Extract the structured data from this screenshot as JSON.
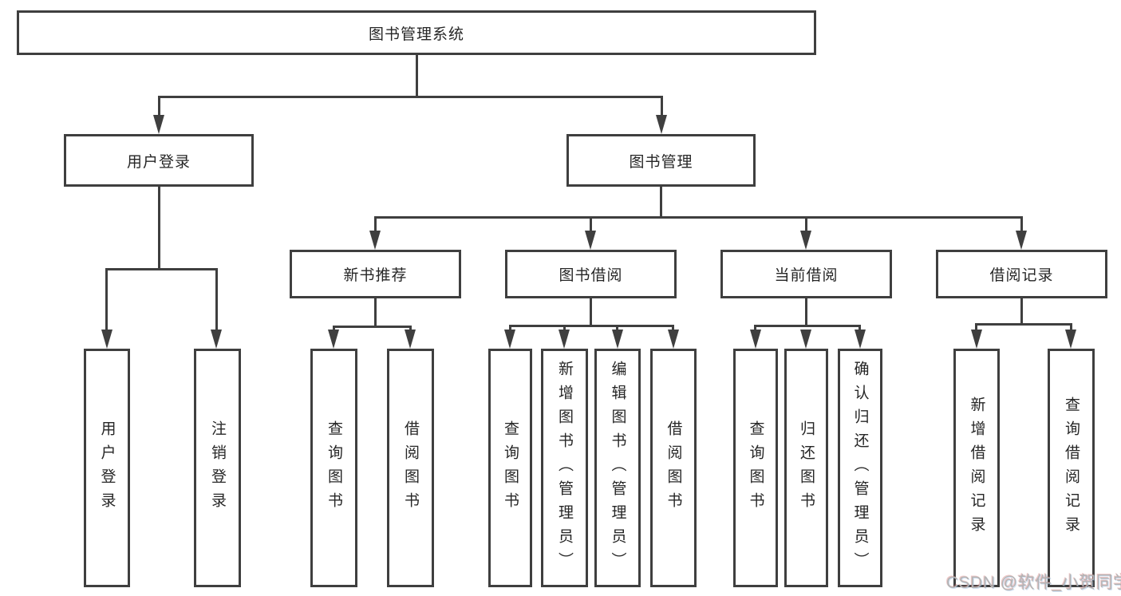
{
  "diagram": {
    "root": {
      "label": "图书管理系统"
    },
    "level2": [
      {
        "label": "用户登录",
        "parent": "图书管理系统"
      },
      {
        "label": "图书管理",
        "parent": "图书管理系统"
      }
    ],
    "level3": [
      {
        "label": "新书推荐",
        "parent": "图书管理"
      },
      {
        "label": "图书借阅",
        "parent": "图书管理"
      },
      {
        "label": "当前借阅",
        "parent": "图书管理"
      },
      {
        "label": "借阅记录",
        "parent": "图书管理"
      }
    ],
    "level4": [
      {
        "label": "用户登录",
        "parent": "用户登录"
      },
      {
        "label": "注销登录",
        "parent": "用户登录"
      },
      {
        "label": "查询图书",
        "parent": "新书推荐"
      },
      {
        "label": "借阅图书",
        "parent": "新书推荐"
      },
      {
        "label": "查询图书",
        "parent": "图书借阅"
      },
      {
        "label": "新增图书（管理员）",
        "parent": "图书借阅"
      },
      {
        "label": "编辑图书（管理员）",
        "parent": "图书借阅"
      },
      {
        "label": "借阅图书",
        "parent": "图书借阅"
      },
      {
        "label": "查询图书",
        "parent": "当前借阅"
      },
      {
        "label": "归还图书",
        "parent": "当前借阅"
      },
      {
        "label": "确认归还（管理员）",
        "parent": "当前借阅"
      },
      {
        "label": "新增借阅记录",
        "parent": "借阅记录"
      },
      {
        "label": "查询借阅记录",
        "parent": "借阅记录"
      }
    ],
    "watermark": "CSDN @软件_小贺同学",
    "colors": {
      "line": "#3f3f3f",
      "box_border": "#3f3f3f",
      "text": "#262626",
      "watermark": "#b4b4b4",
      "background": "#ffffff"
    }
  }
}
